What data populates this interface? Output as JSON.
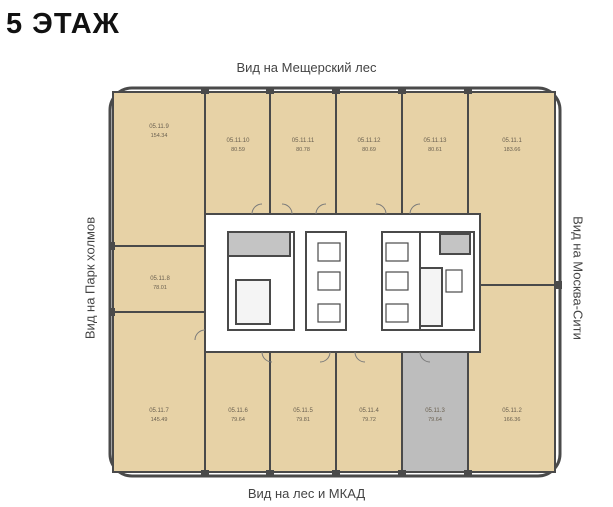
{
  "floor_title": "5 ЭТАЖ",
  "views": {
    "top": "Вид на Мещерский лес",
    "bottom": "Вид на лес и МКАД",
    "left": "Вид на Парк холмов",
    "right": "Вид на Москва-Сити"
  },
  "colors": {
    "available": "#e7d2a6",
    "sold": "#bdbdbd",
    "wall": "#4a4a4a",
    "core": "#ffffff"
  },
  "units": [
    {
      "id": "05.11.9",
      "area": "154.34",
      "status": "available"
    },
    {
      "id": "05.11.10",
      "area": "80.59",
      "status": "available"
    },
    {
      "id": "05.11.11",
      "area": "80.78",
      "status": "available"
    },
    {
      "id": "05.11.12",
      "area": "80.69",
      "status": "available"
    },
    {
      "id": "05.11.13",
      "area": "80.61",
      "status": "available"
    },
    {
      "id": "05.11.1",
      "area": "183.66",
      "status": "available"
    },
    {
      "id": "05.11.8",
      "area": "78.01",
      "status": "available"
    },
    {
      "id": "05.11.7",
      "area": "145.49",
      "status": "available"
    },
    {
      "id": "05.11.6",
      "area": "79.64",
      "status": "available"
    },
    {
      "id": "05.11.5",
      "area": "79.81",
      "status": "available"
    },
    {
      "id": "05.11.4",
      "area": "79.72",
      "status": "available"
    },
    {
      "id": "05.11.3",
      "area": "79.64",
      "status": "sold"
    },
    {
      "id": "05.11.2",
      "area": "166.36",
      "status": "available"
    }
  ]
}
